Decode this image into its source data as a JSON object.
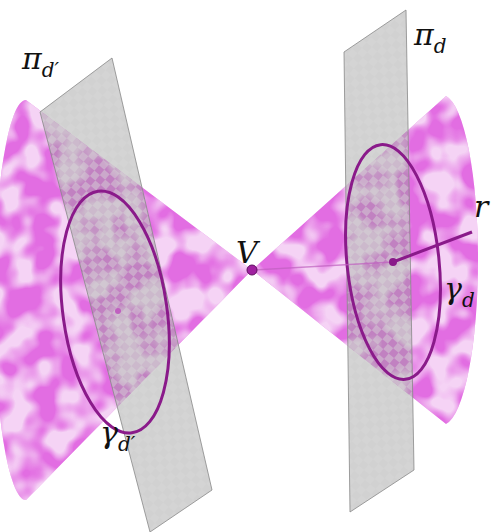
{
  "diagram": {
    "labels": [
      "πd′",
      "πd",
      "V",
      "r",
      "γd",
      "γd′"
    ]
  }
}
